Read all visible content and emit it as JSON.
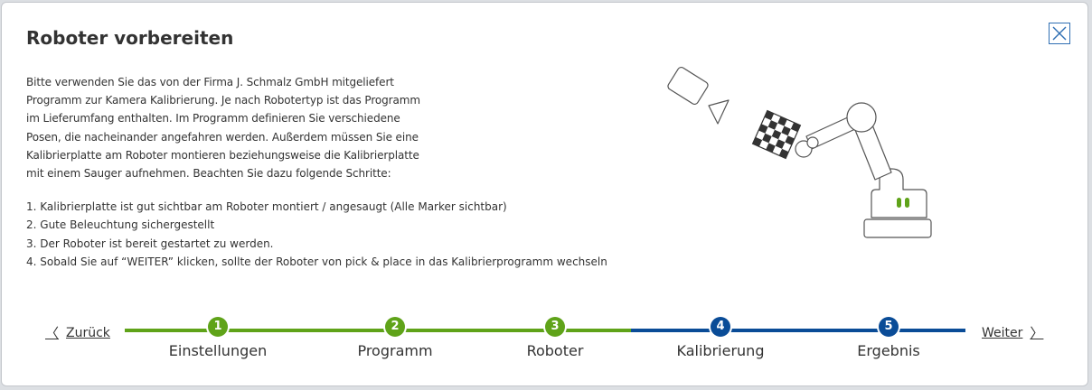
{
  "dialog": {
    "title": "Roboter vorbereiten",
    "close_icon": "close-icon",
    "intro_lines": [
      "Bitte verwenden Sie das von der Firma J. Schmalz GmbH mitgeliefert",
      "Programm zur Kamera Kalibrierung. Je nach Robotertyp ist das Programm",
      "im Lieferumfang enthalten. Im Programm definieren Sie verschiedene",
      "Posen, die nacheinander angefahren werden. Außerdem müssen Sie eine",
      "Kalibrierplatte am Roboter montieren beziehungsweise die Kalibrierplatte",
      "mit einem Sauger aufnehmen. Beachten Sie dazu folgende Schritte:"
    ],
    "steps": [
      "1. Kalibrierplatte ist gut sichtbar am Roboter montiert / angesaugt (Alle Marker sichtbar)",
      "2. Gute Beleuchtung sichergestellt",
      "3. Der Roboter ist bereit gestartet zu werden.",
      "4. Sobald Sie auf “WEITER” klicken, sollte der Roboter von pick & place in das Kalibrierprogramm wechseln"
    ],
    "illustration_icon": "robot-calibration-illustration"
  },
  "navigation": {
    "prev_label": "Zurück",
    "next_label": "Weiter",
    "prev_icon": "chevron-left-icon",
    "next_icon": "chevron-right-icon"
  },
  "stepper": {
    "steps": [
      {
        "number": "1",
        "label": "Einstellungen",
        "status": "completed"
      },
      {
        "number": "2",
        "label": "Programm",
        "status": "completed"
      },
      {
        "number": "3",
        "label": "Roboter",
        "status": "current"
      },
      {
        "number": "4",
        "label": "Kalibrierung",
        "status": "upcoming"
      },
      {
        "number": "5",
        "label": "Ergebnis",
        "status": "upcoming"
      }
    ]
  },
  "colors": {
    "completed": "#5fa319",
    "upcoming": "#0a4c97",
    "accent_border": "#2f6fb3"
  }
}
